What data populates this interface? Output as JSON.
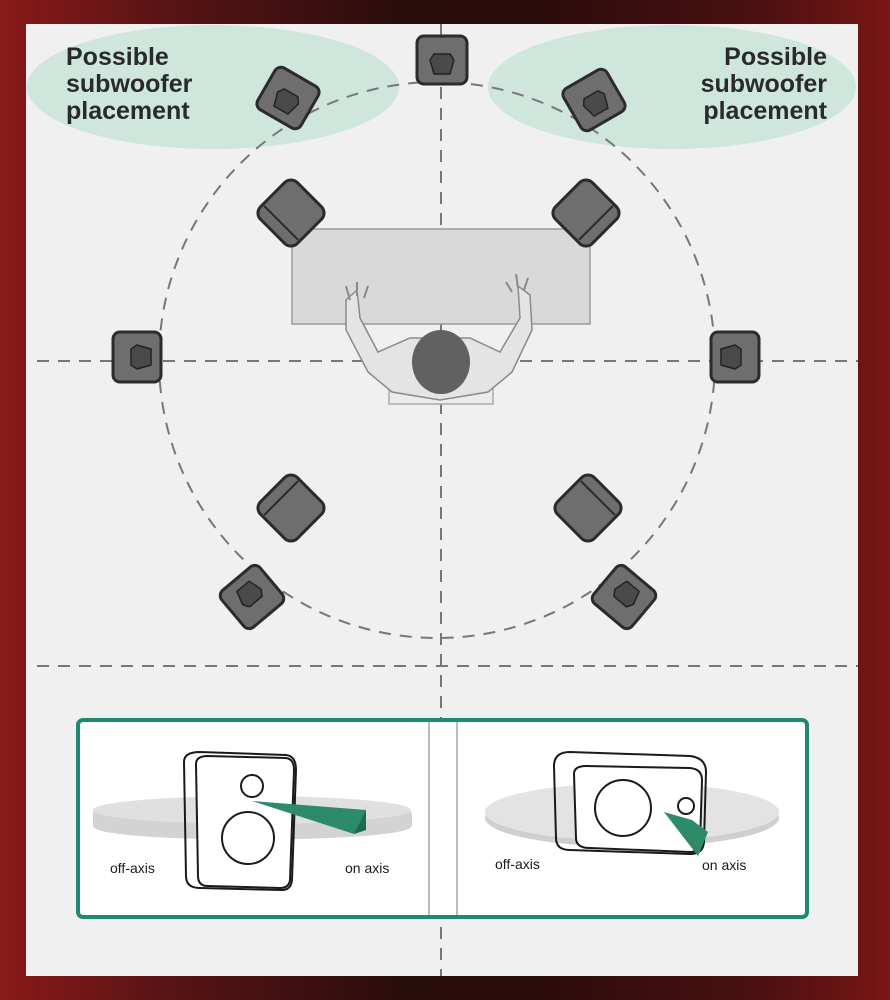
{
  "diagram": {
    "left_zone_label": "Possible\nsubwoofer\nplacement",
    "right_zone_label": "Possible\nsubwoofer\nplacement",
    "inset_left": {
      "off_label": "off-axis",
      "on_label": "on axis"
    },
    "inset_right": {
      "off_label": "off-axis",
      "on_label": "on axis"
    }
  },
  "colors": {
    "panel_bg": "#f0f0f0",
    "zone_fill": "#cfe6dc",
    "speaker_fill": "#6e6e6e",
    "speaker_stroke": "#2b2b2b",
    "inset_border": "#1d8a72",
    "axis_green": "#2e8b6a",
    "frame_red": "#7a1616"
  },
  "icons": [
    "speaker-icon",
    "listener-icon",
    "desk-icon"
  ]
}
